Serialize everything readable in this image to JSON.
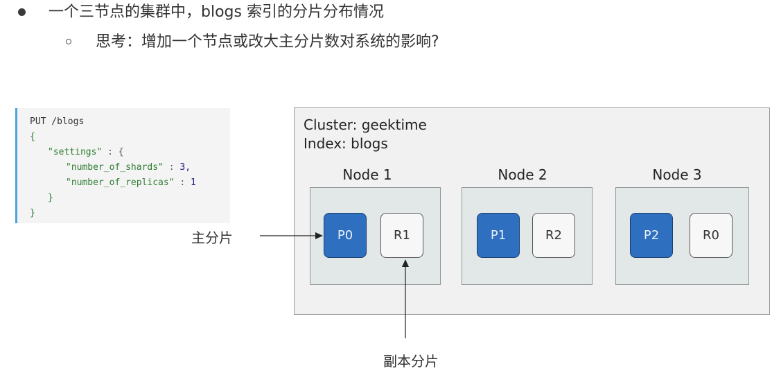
{
  "bullets": {
    "main": "一个三节点的集群中，blogs 索引的分片分布情况",
    "sub": "思考：增加一个节点或改大主分片数对系统的影响?"
  },
  "code": {
    "line1": "PUT /blogs",
    "line2": "{",
    "line3_key": "\"settings\"",
    "line3_rest": " : {",
    "line4_key": "\"number_of_shards\"",
    "line4_sep": " : ",
    "line4_val": "3,",
    "line5_key": "\"number_of_replicas\"",
    "line5_sep": " : ",
    "line5_val": "1",
    "line6": "}",
    "line7": "}"
  },
  "cluster": {
    "name": "Cluster: geektime",
    "index": "Index: blogs",
    "nodes": [
      {
        "title": "Node 1",
        "primary": "P0",
        "replica": "R1"
      },
      {
        "title": "Node 2",
        "primary": "P1",
        "replica": "R2"
      },
      {
        "title": "Node 3",
        "primary": "P2",
        "replica": "R0"
      }
    ]
  },
  "labels": {
    "primary": "主分片",
    "replica": "副本分片"
  },
  "colors": {
    "primary_shard": "#2e6fbf",
    "replica_shard": "#f7f7f7",
    "code_border": "#4aa3df"
  }
}
